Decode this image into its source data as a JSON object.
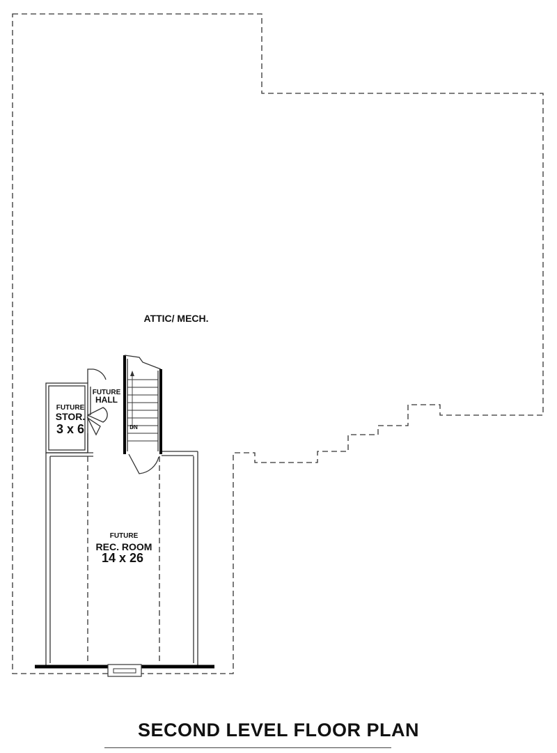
{
  "plan_title": "SECOND LEVEL FLOOR PLAN",
  "rooms": {
    "attic": {
      "label": "ATTIC/ MECH."
    },
    "hall": {
      "line1": "FUTURE",
      "line2": "HALL"
    },
    "storage": {
      "line1": "FUTURE",
      "line2": "STOR.",
      "size": "3 x 6"
    },
    "rec_room": {
      "line1": "FUTURE",
      "line2": "REC. ROOM",
      "size": "14 x 26"
    }
  },
  "stair": {
    "direction_label": "DN"
  }
}
